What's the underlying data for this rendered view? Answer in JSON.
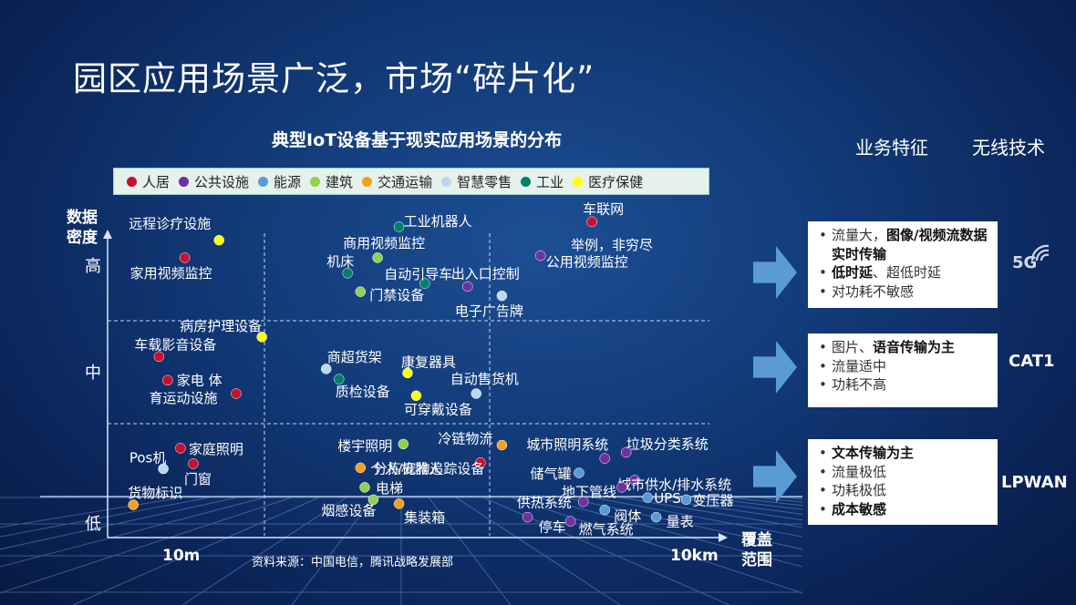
{
  "page": {
    "title": "园区应用场景广泛，市场“碎片化”",
    "source": "资料来源：中国电信，腾讯战略发展部"
  },
  "headers": {
    "business": "业务特征",
    "wireless": "无线技术"
  },
  "legend": [
    {
      "name": "人居",
      "color": "#c8102e"
    },
    {
      "name": "公共设施",
      "color": "#7030a0"
    },
    {
      "name": "能源",
      "color": "#5b9bd5"
    },
    {
      "name": "建筑",
      "color": "#92d050"
    },
    {
      "name": "交通运输",
      "color": "#f5a01a"
    },
    {
      "name": "智慧零售",
      "color": "#bdd7ee"
    },
    {
      "name": "工业",
      "color": "#00806a"
    },
    {
      "name": "医疗保健",
      "color": "#ffff00"
    }
  ],
  "techs": [
    {
      "name": "5G",
      "features": [
        {
          "segments": [
            {
              "t": "流量大，"
            },
            {
              "t": "图像/视频流数据实时传输",
              "b": true
            }
          ]
        },
        {
          "segments": [
            {
              "t": "低时延",
              "b": true
            },
            {
              "t": "、超低时延"
            }
          ]
        },
        {
          "segments": [
            {
              "t": "对功耗不敏感"
            }
          ]
        }
      ]
    },
    {
      "name": "CAT1",
      "features": [
        {
          "segments": [
            {
              "t": "图片、"
            },
            {
              "t": "语音传输为主",
              "b": true
            }
          ]
        },
        {
          "segments": [
            {
              "t": "流量适中"
            }
          ]
        },
        {
          "segments": [
            {
              "t": "功耗不高"
            }
          ]
        }
      ]
    },
    {
      "name": "LPWAN",
      "features": [
        {
          "segments": [
            {
              "t": "文本传输为主",
              "b": true
            }
          ]
        },
        {
          "segments": [
            {
              "t": "流量极低"
            }
          ]
        },
        {
          "segments": [
            {
              "t": "功耗极低"
            }
          ]
        },
        {
          "segments": [
            {
              "t": "成本敏感",
              "b": true
            }
          ]
        }
      ]
    }
  ],
  "chart_data": {
    "type": "scatter",
    "title": "典型IoT设备基于现实应用场景的分布",
    "xlabel": "覆盖范围",
    "ylabel": "数据密度",
    "xticks": [
      "10m",
      "10km"
    ],
    "yticks": [
      "高",
      "中",
      "低"
    ],
    "annotation": "车联网  举例，非穷尽",
    "points": [
      {
        "label": "远程诊疗设施",
        "category": "医疗保健",
        "x": 0.26,
        "y": 2.72
      },
      {
        "label": "家用视频监控",
        "category": "人居",
        "x": 0.18,
        "y": 2.55
      },
      {
        "label": "病房护理设备",
        "category": "医疗保健",
        "x": 0.36,
        "y": 1.78
      },
      {
        "label": "车载影音设备",
        "category": "人居",
        "x": 0.12,
        "y": 1.59
      },
      {
        "label": "家电 体",
        "category": "人居",
        "x": 0.14,
        "y": 1.36
      },
      {
        "label": "育运动设施",
        "category": "人居",
        "x": 0.3,
        "y": 1.23
      },
      {
        "label": "家庭照明",
        "category": "人居",
        "x": 0.17,
        "y": 0.7
      },
      {
        "label": "Pos机",
        "category": "智慧零售",
        "x": 0.13,
        "y": 0.5
      },
      {
        "label": "门窗",
        "category": "人居",
        "x": 0.2,
        "y": 0.55
      },
      {
        "label": "货物标识",
        "category": "交通运输",
        "x": 0.06,
        "y": 0.15
      },
      {
        "label": "工业机器人",
        "category": "工业",
        "x": 0.68,
        "y": 2.85
      },
      {
        "label": "商用视频监控",
        "category": "建筑",
        "x": 0.63,
        "y": 2.55
      },
      {
        "label": "机床",
        "category": "工业",
        "x": 0.56,
        "y": 2.4
      },
      {
        "label": "门禁设备",
        "category": "建筑",
        "x": 0.59,
        "y": 2.22
      },
      {
        "label": "自动引导车",
        "category": "工业",
        "x": 0.74,
        "y": 2.3
      },
      {
        "label": "出入口控制",
        "category": "公共设施",
        "x": 0.84,
        "y": 2.27
      },
      {
        "label": "电子广告牌",
        "category": "智慧零售",
        "x": 0.92,
        "y": 2.18
      },
      {
        "label": "商超货架",
        "category": "智慧零售",
        "x": 0.51,
        "y": 1.47
      },
      {
        "label": "质检设备",
        "category": "工业",
        "x": 0.54,
        "y": 1.37
      },
      {
        "label": "康复器具",
        "category": "医疗保健",
        "x": 0.7,
        "y": 1.43
      },
      {
        "label": "可穿戴设备",
        "category": "医疗保健",
        "x": 0.72,
        "y": 1.21
      },
      {
        "label": "自动售货机",
        "category": "智慧零售",
        "x": 0.86,
        "y": 1.23
      },
      {
        "label": "楼宇照明",
        "category": "建筑",
        "x": 0.69,
        "y": 0.74
      },
      {
        "label": "分拣机器人",
        "category": "交通运输",
        "x": 0.59,
        "y": 0.51
      },
      {
        "label": "电梯",
        "category": "建筑",
        "x": 0.6,
        "y": 0.32
      },
      {
        "label": "烟感设备",
        "category": "建筑",
        "x": 0.62,
        "y": 0.2
      },
      {
        "label": "集装箱",
        "category": "交通运输",
        "x": 0.68,
        "y": 0.16
      },
      {
        "label": "冷链物流",
        "category": "交通运输",
        "x": 0.92,
        "y": 0.73
      },
      {
        "label": "个人/宠物追踪设备",
        "category": "人居",
        "x": 0.87,
        "y": 0.56
      },
      {
        "label": "车联网",
        "category": "人居",
        "x": 1.13,
        "y": 2.9
      },
      {
        "label": "公用视频监控",
        "category": "公共设施",
        "x": 1.01,
        "y": 2.57
      },
      {
        "label": "城市照明系统",
        "category": "公共设施",
        "x": 1.16,
        "y": 0.6
      },
      {
        "label": "垃圾分类系统",
        "category": "公共设施",
        "x": 1.21,
        "y": 0.66
      },
      {
        "label": "储气罐",
        "category": "能源",
        "x": 1.1,
        "y": 0.46
      },
      {
        "label": "城市供水/排水系统",
        "category": "公共设施",
        "x": 1.23,
        "y": 0.39
      },
      {
        "label": "地下管线",
        "category": "公共设施",
        "x": 1.2,
        "y": 0.32
      },
      {
        "label": "UPS",
        "category": "能源",
        "x": 1.26,
        "y": 0.22
      },
      {
        "label": "变压器",
        "category": "能源",
        "x": 1.35,
        "y": 0.2
      },
      {
        "label": "供热系统",
        "category": "公共设施",
        "x": 1.11,
        "y": 0.18
      },
      {
        "label": "阀体",
        "category": "能源",
        "x": 1.16,
        "y": 0.1
      },
      {
        "label": "停车",
        "category": "公共设施",
        "x": 0.98,
        "y": 0.03
      },
      {
        "label": "燃气系统",
        "category": "公共设施",
        "x": 1.08,
        "y": -0.01
      },
      {
        "label": "量表",
        "category": "能源",
        "x": 1.28,
        "y": 0.03
      }
    ]
  }
}
